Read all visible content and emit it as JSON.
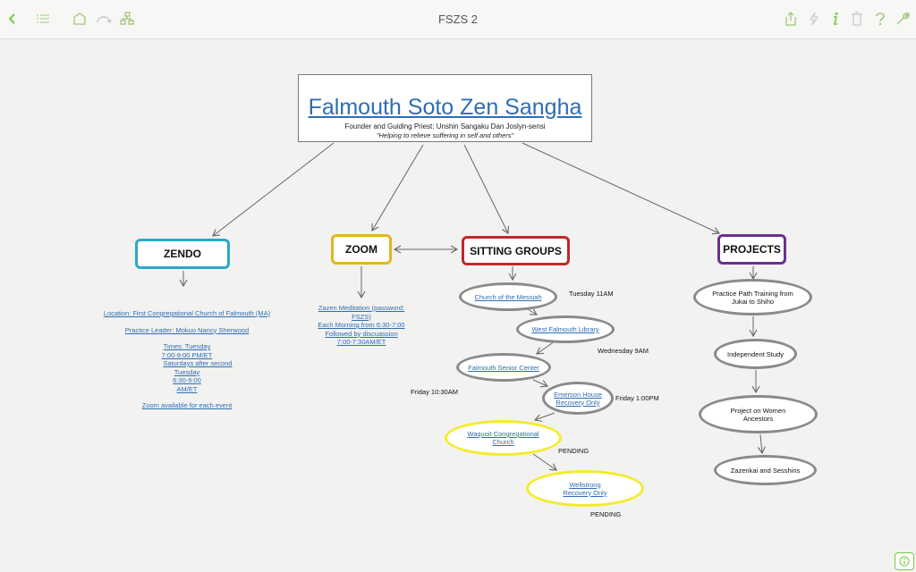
{
  "toolbar": {
    "document_title": "FSZS 2",
    "accent_color": "#7ac943"
  },
  "title_node": {
    "main": "Falmouth Soto Zen Sangha",
    "subtitle": "Founder and Guiding Priest: Unshin Sangaku Dan Joslyn-sensi",
    "quote": "\"Helping to  relieve suffering in self and others\""
  },
  "branches": {
    "zendo": {
      "label": "ZENDO",
      "color": "#2aa7c9"
    },
    "zoom": {
      "label": "ZOOM",
      "color": "#e3b51f"
    },
    "sitting_groups": {
      "label": "SITTING GROUPS",
      "color": "#c0282a"
    },
    "projects": {
      "label": "PROJECTS",
      "color": "#6b2f8f"
    }
  },
  "zendo_info": {
    "location": "Location: First Congregational Church of Falmouth (MA)",
    "leader": "Practice Leader: Mokuo Nancy Sherwood",
    "times_1": "Times: Tuesday",
    "times_2": "7:00-9:00 PM/ET",
    "times_3": "Saturdays after second",
    "times_4": "Tuesday",
    "times_5": "6:30-9:00",
    "times_6": "AM/ET",
    "zoom_note": "Zoom available for each event"
  },
  "zoom_info": {
    "line1": "Zazen Meditation (password:",
    "line2": "FSZS)",
    "line3": "Each Morning from 6:30-7:00",
    "line4": "Followed by discuassion",
    "line5": "7:00-7:30AM/ET"
  },
  "sitting_groups": {
    "church_messiah": "Church of the Messiah",
    "west_falmouth": "West Falmouth Library",
    "senior_center": "Falmouth Senior Center",
    "emerson_1": "Emerson House",
    "emerson_2": "Recovery Only",
    "waquoit_1": "Waquoit Congregational",
    "waquoit_2": "Church",
    "wellstrong_1": "Wellstrong",
    "wellstrong_2": "Recovery Only",
    "time_tuesday": "Tuesday 11AM",
    "time_wednesday": "Wednesday 9AM",
    "time_friday_1030": "Friday 10:30AM",
    "time_friday_100": "Friday 1:00PM",
    "pending_1": "PENDING",
    "pending_2": "PENDING"
  },
  "projects": {
    "practice_path_1": "Practice Path Training from",
    "practice_path_2": "Jukai to Shiho",
    "independent_study": "Independent Study",
    "women_ancestors_1": "Project on Women",
    "women_ancestors_2": "Ancestors",
    "zazenkai": "Zazenkai and Sesshins"
  }
}
